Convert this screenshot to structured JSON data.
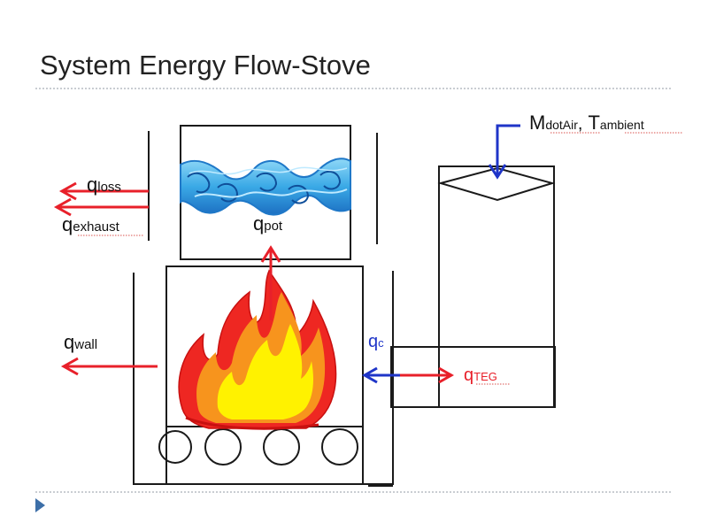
{
  "slide": {
    "title": "System Energy Flow-Stove"
  },
  "labels": {
    "q_loss": {
      "main": "q",
      "sub": "loss"
    },
    "q_exhaust": {
      "main": "q",
      "sub": "exhaust"
    },
    "q_pot": {
      "main": "q",
      "sub": "pot"
    },
    "q_wall": {
      "main": "q",
      "sub": "wall"
    },
    "q_c": {
      "main": "q",
      "sub": "c"
    },
    "q_teg": {
      "main": "q",
      "sub": "TEG"
    },
    "m_dot_air": {
      "main": "M",
      "sub": "dotAir"
    },
    "separator": ",",
    "t_ambient": {
      "main": "T",
      "sub": "ambient"
    }
  },
  "colors": {
    "heat_flow": "#e8202a",
    "teg_flow": "#e8202a",
    "cold_flow": "#1f35c8",
    "air_flow": "#1f35c8",
    "water_light": "#5ec3f0",
    "water_dark": "#1f78c8",
    "flame_outer": "#ee2722",
    "flame_mid": "#f7941d",
    "flame_inner": "#fff200",
    "structure": "#1a1a1a",
    "slide_accent": "#3d6fa8"
  },
  "icons": {
    "water_in_pot": "water-waves",
    "fire": "flame",
    "air_inlet": "diamond-inlet",
    "slide_bullet": "triangle-arrow"
  }
}
